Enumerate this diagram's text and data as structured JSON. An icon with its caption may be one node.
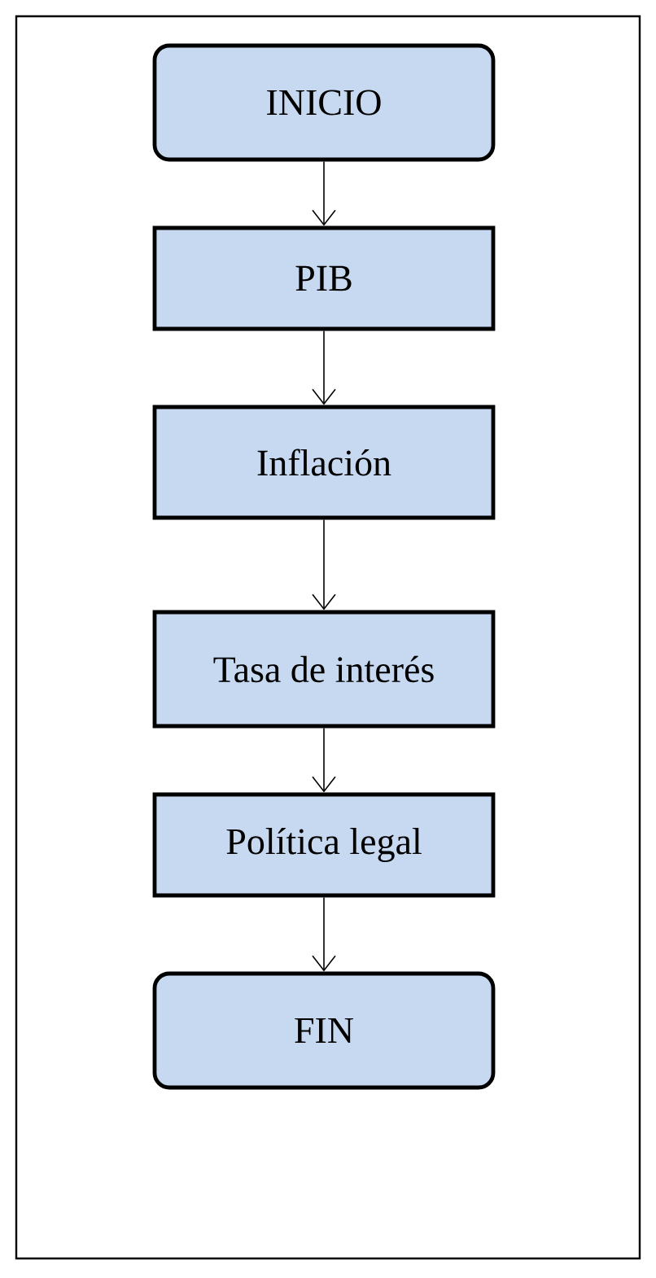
{
  "diagram": {
    "nodes": [
      {
        "text": [
          "INICIO"
        ]
      },
      {
        "text": [
          "PIB"
        ]
      },
      {
        "text": [
          "Inflación"
        ]
      },
      {
        "text": [
          "Tasa de interés"
        ]
      },
      {
        "text": [
          "Política legal"
        ]
      },
      {
        "text": [
          "FIN"
        ]
      }
    ],
    "edges": [
      {
        "from": 0,
        "to": 1,
        "arrow": "to"
      },
      {
        "from": 1,
        "to": 2,
        "arrow": "to"
      },
      {
        "from": 2,
        "to": 3,
        "arrow": "to"
      },
      {
        "from": 3,
        "to": 4,
        "arrow": "to"
      },
      {
        "from": 4,
        "to": 5,
        "arrow": "to"
      }
    ]
  }
}
